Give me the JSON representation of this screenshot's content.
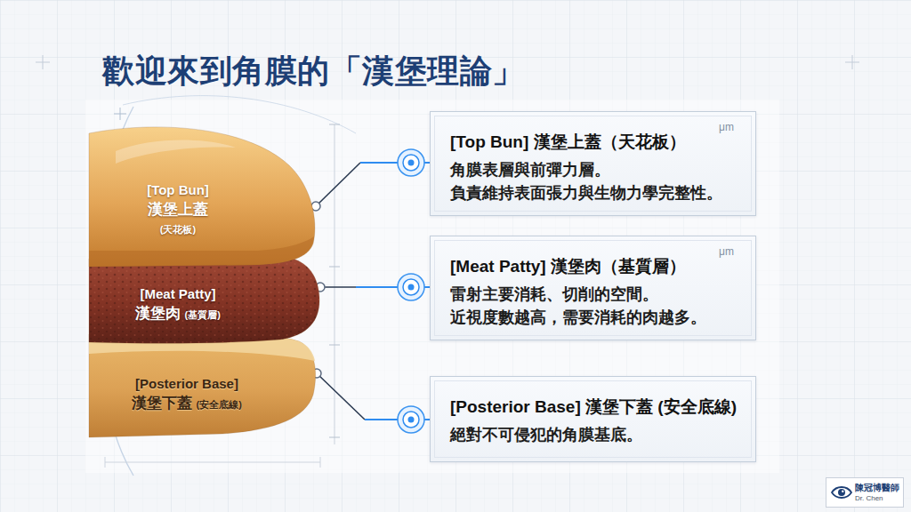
{
  "diagram": {
    "title": "歡迎來到角膜的「漢堡理論」",
    "nodes": [
      {
        "text": [
          "[Top Bun]",
          "漢堡上蓋",
          "(天花板)"
        ]
      },
      {
        "text": [
          "[Meat Patty]",
          "漢堡肉",
          "(基質層)"
        ]
      },
      {
        "text": [
          "[Posterior Base]",
          "漢堡下蓋",
          "(安全底線)"
        ]
      },
      {
        "text": [
          "[Top Bun] 漢堡上蓋（天花板）",
          "角膜表層與前彈力層。 負責維持表面張力與生物力學完整性。",
          "μm"
        ]
      },
      {
        "text": [
          "[Meat Patty] 漢堡肉（基質層）",
          "雷射主要消耗、切削的空間。 近視度數越高，需要消耗的肉越多。",
          "μm"
        ]
      },
      {
        "text": [
          "[Posterior Base] 漢堡下蓋 (安全底線)",
          "絕對不可侵犯的角膜基底。"
        ]
      },
      {
        "text": [
          "陳冠博醫師",
          "Dr. Chen"
        ]
      }
    ],
    "edges": [
      {
        "from": 0,
        "to": 3,
        "arrow": "none"
      },
      {
        "from": 1,
        "to": 4,
        "arrow": "none"
      },
      {
        "from": 2,
        "to": 5,
        "arrow": "none"
      }
    ]
  }
}
